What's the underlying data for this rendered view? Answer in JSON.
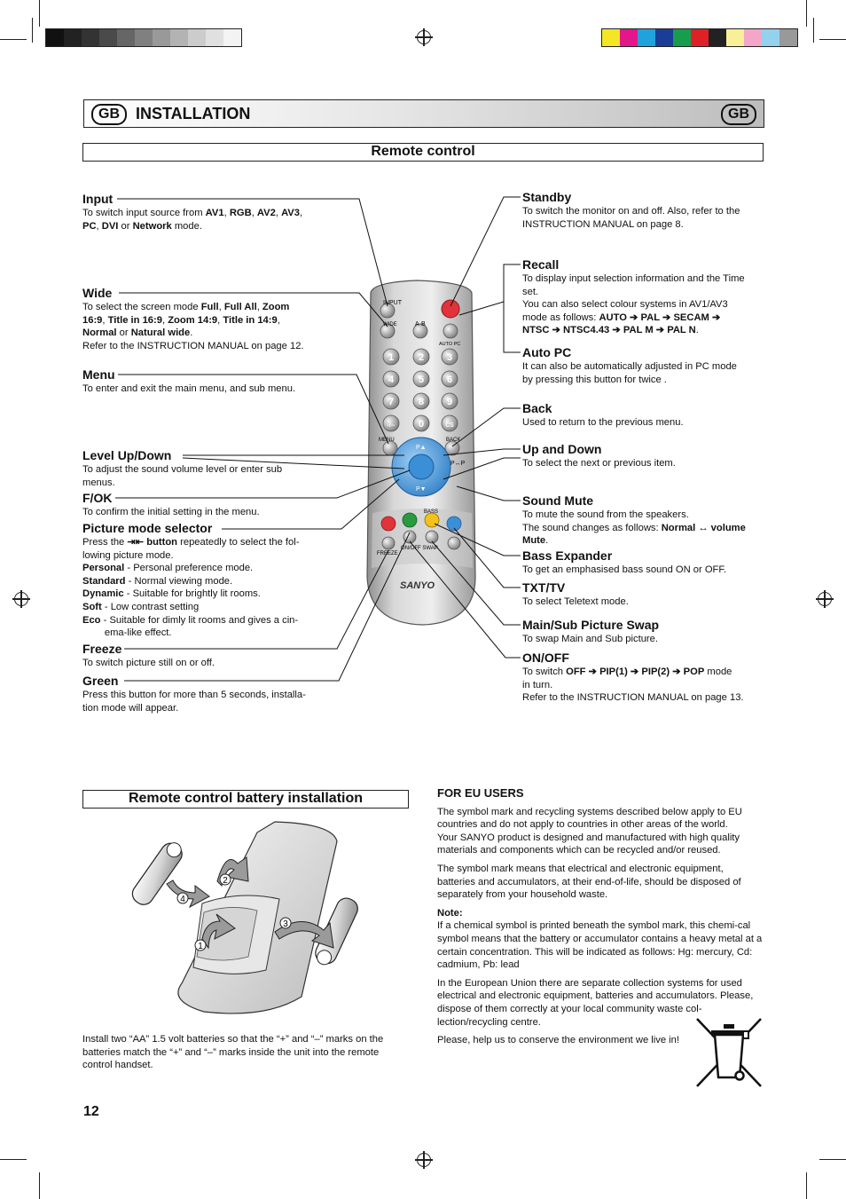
{
  "header": {
    "lang_left": "GB",
    "title": "INSTALLATION",
    "lang_right": "GB"
  },
  "remote_section": {
    "title": "Remote control"
  },
  "left_callouts": [
    {
      "title": "Input",
      "lines": [
        "To switch input source from <b>AV1</b>, <b>RGB</b>, <b>AV2</b>, <b>AV3</b>,",
        "<b>PC</b>, <b>DVI</b> or <b>Network</b> mode."
      ]
    },
    {
      "title": "Wide",
      "lines": [
        "To select the screen mode <b>Full</b>, <b>Full All</b>, <b>Zoom</b>",
        "<b>16:9</b>, <b>Title in 16:9</b>, <b>Zoom 14:9</b>, <b>Title in 14:9</b>,",
        "<b>Normal</b> or <b>Natural wide</b>.",
        "Refer to the INSTRUCTION MANUAL on page 12."
      ]
    },
    {
      "title": "Menu",
      "lines": [
        "To enter and exit the main menu, and sub menu."
      ]
    },
    {
      "title": "Level Up/Down",
      "lines": [
        "To adjust the sound volume level or enter sub",
        "menus."
      ]
    },
    {
      "title": "F/OK",
      "lines": [
        "To confirm the initial setting in the menu."
      ]
    },
    {
      "title": "Picture mode selector",
      "lines": [
        "Press the <b>⇥⇤ button</b> repeatedly to select the fol-",
        "lowing picture mode.",
        "<b>Personal</b> - Personal preference mode.",
        "<b>Standard</b> - Normal viewing mode.",
        "<b>Dynamic</b> - Suitable for brightly lit rooms.",
        "<b>Soft</b> - Low contrast setting",
        "<b>Eco</b> - Suitable for dimly lit rooms and gives a cin-",
        "&nbsp;&nbsp;&nbsp;&nbsp;&nbsp;&nbsp;&nbsp;&nbsp;ema-like effect."
      ]
    },
    {
      "title": "Freeze",
      "lines": [
        "To switch picture still on or off."
      ]
    },
    {
      "title": "Green",
      "lines": [
        "Press this button for more than 5 seconds, installa-",
        "tion mode will appear."
      ]
    }
  ],
  "right_callouts": [
    {
      "title": "Standby",
      "lines": [
        "To switch the monitor on and off. Also, refer to the",
        "INSTRUCTION MANUAL on page 8."
      ]
    },
    {
      "title": "Recall",
      "lines": [
        "To display input selection information and the Time",
        "set.",
        "You can also select colour systems in AV1/AV3",
        "mode as follows: <b>AUTO ➔ PAL ➔ SECAM ➔</b>",
        "<b>NTSC ➔ NTSC4.43 ➔ PAL M ➔ PAL N</b>."
      ]
    },
    {
      "title": "Auto PC",
      "lines": [
        "It can also be automatically adjusted in PC mode",
        "by pressing this button for twice ."
      ]
    },
    {
      "title": "Back",
      "lines": [
        "Used to return to the previous menu."
      ]
    },
    {
      "title": "Up and Down",
      "lines": [
        "To select the next or previous item."
      ]
    },
    {
      "title": "Sound Mute",
      "lines": [
        "To mute the sound from the speakers.",
        "The sound changes as follows: <b>Normal ↔ volume</b>",
        "<b>Mute</b>."
      ]
    },
    {
      "title": "Bass Expander",
      "lines": [
        "To get an emphasised bass sound ON or OFF."
      ]
    },
    {
      "title": "TXT/TV",
      "lines": [
        "To select Teletext mode."
      ]
    },
    {
      "title": "Main/Sub Picture Swap",
      "lines": [
        "To swap Main and Sub picture."
      ]
    },
    {
      "title": "ON/OFF",
      "lines": [
        "To switch <b>OFF ➔ PIP(1) ➔ PIP(2) ➔ POP</b> mode",
        "in turn.",
        "Refer to the INSTRUCTION MANUAL on page 13."
      ]
    }
  ],
  "remote": {
    "input_label": "INPUT",
    "wide_label": "WIDE",
    "ab_label": "A·B",
    "autopc_label": "AUTO PC",
    "menu_label": "MENU",
    "back_label": "BACK",
    "bass_label": "BASS",
    "freeze_label": "FREEZE",
    "onoff_label": "ON/OFF SWAP",
    "brand": "SANYO",
    "pup_label": "P▲",
    "pdown_label": "P▼",
    "pp_label": "P↔P",
    "digits": [
      "1",
      "2",
      "3",
      "4",
      "5",
      "6",
      "7",
      "8",
      "9",
      "-/--",
      "0",
      "CS"
    ]
  },
  "battery_section": {
    "title": "Remote control battery installation",
    "steps": [
      "1",
      "2",
      "3",
      "4"
    ],
    "caption": [
      "Install two “AA” 1.5 volt batteries so that the “+” and “–” marks on the",
      "batteries match the “+” and “–” marks inside the unit into the remote",
      "control handset."
    ]
  },
  "eu": {
    "title": "FOR EU USERS",
    "paragraphs": [
      "The symbol mark and recycling systems described below apply to EU countries and do not apply to countries in other areas of the world.<br>Your SANYO product is designed and manufactured with high quality materials and components which can be recycled and/or reused.",
      "The symbol mark means that electrical and electronic equipment, batteries and accumulators, at their end-of-life, should be disposed of separately from your household waste."
    ],
    "note_title": "Note:",
    "note_paragraphs": [
      "If a chemical symbol is printed beneath the symbol mark, this chemi-cal symbol means that the battery or accumulator contains a heavy metal at a certain concentration. This will be indicated as follows: Hg: mercury, Cd: cadmium, Pb: lead",
      "In the European Union there are separate collection systems for used electrical and electronic equipment, batteries and accumulators. Please, dispose of them correctly at your local community waste col-lection/recycling centre.",
      "Please, help us to conserve the environment we live in!"
    ]
  },
  "page_number": "12",
  "colors": {
    "standby": "#e0333a",
    "green": "#2a9a3e",
    "yellow": "#f2c21a",
    "nav_blue": "#3a8fd6"
  }
}
